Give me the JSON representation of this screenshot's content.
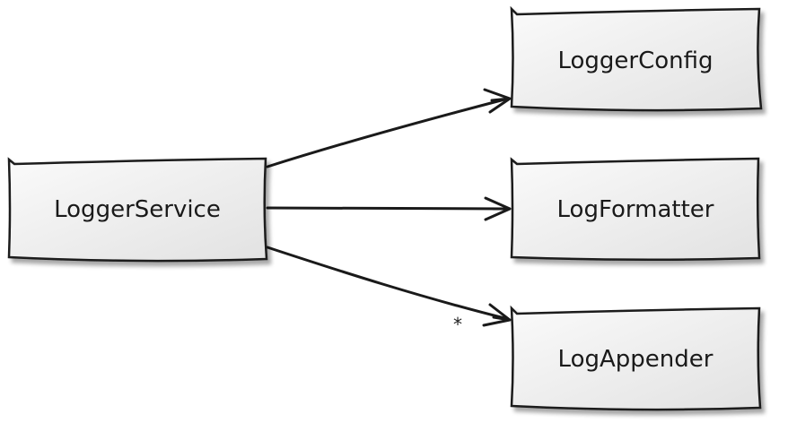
{
  "diagram": {
    "nodes": [
      {
        "id": "LoggerService",
        "label": "LoggerService"
      },
      {
        "id": "LoggerConfig",
        "label": "LoggerConfig"
      },
      {
        "id": "LogFormatter",
        "label": "LogFormatter"
      },
      {
        "id": "LogAppender",
        "label": "LogAppender"
      }
    ],
    "edges": [
      {
        "from": "LoggerService",
        "to": "LoggerConfig",
        "multiplicity": ""
      },
      {
        "from": "LoggerService",
        "to": "LogFormatter",
        "multiplicity": ""
      },
      {
        "from": "LoggerService",
        "to": "LogAppender",
        "multiplicity": "*"
      }
    ],
    "colors": {
      "box_fill_light": "#fafafa",
      "box_fill_dark": "#e4e4e4",
      "stroke": "#1a1a1a",
      "shadow": "#bdbdbd"
    }
  }
}
